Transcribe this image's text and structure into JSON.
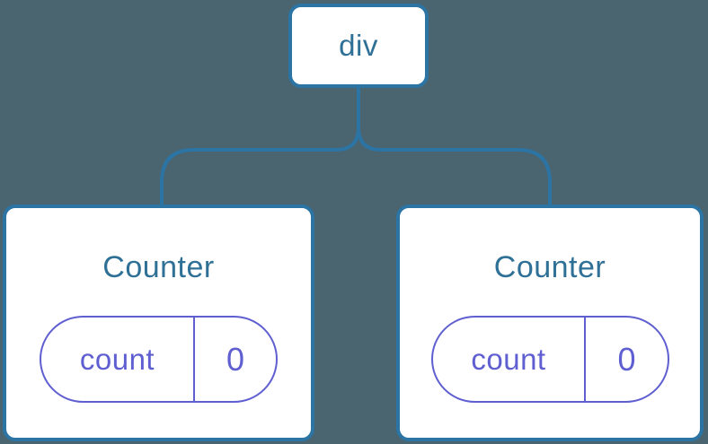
{
  "colors": {
    "background": "#4a6470",
    "node_border": "#2b74a4",
    "node_fill": "#ffffff",
    "label_blue": "#2f7096",
    "connector": "#2b74a4",
    "state_purple": "#5f5fd1"
  },
  "tree": {
    "root": {
      "label": "div"
    },
    "children": [
      {
        "title": "Counter",
        "state": {
          "name": "count",
          "value": "0"
        }
      },
      {
        "title": "Counter",
        "state": {
          "name": "count",
          "value": "0"
        }
      }
    ]
  }
}
